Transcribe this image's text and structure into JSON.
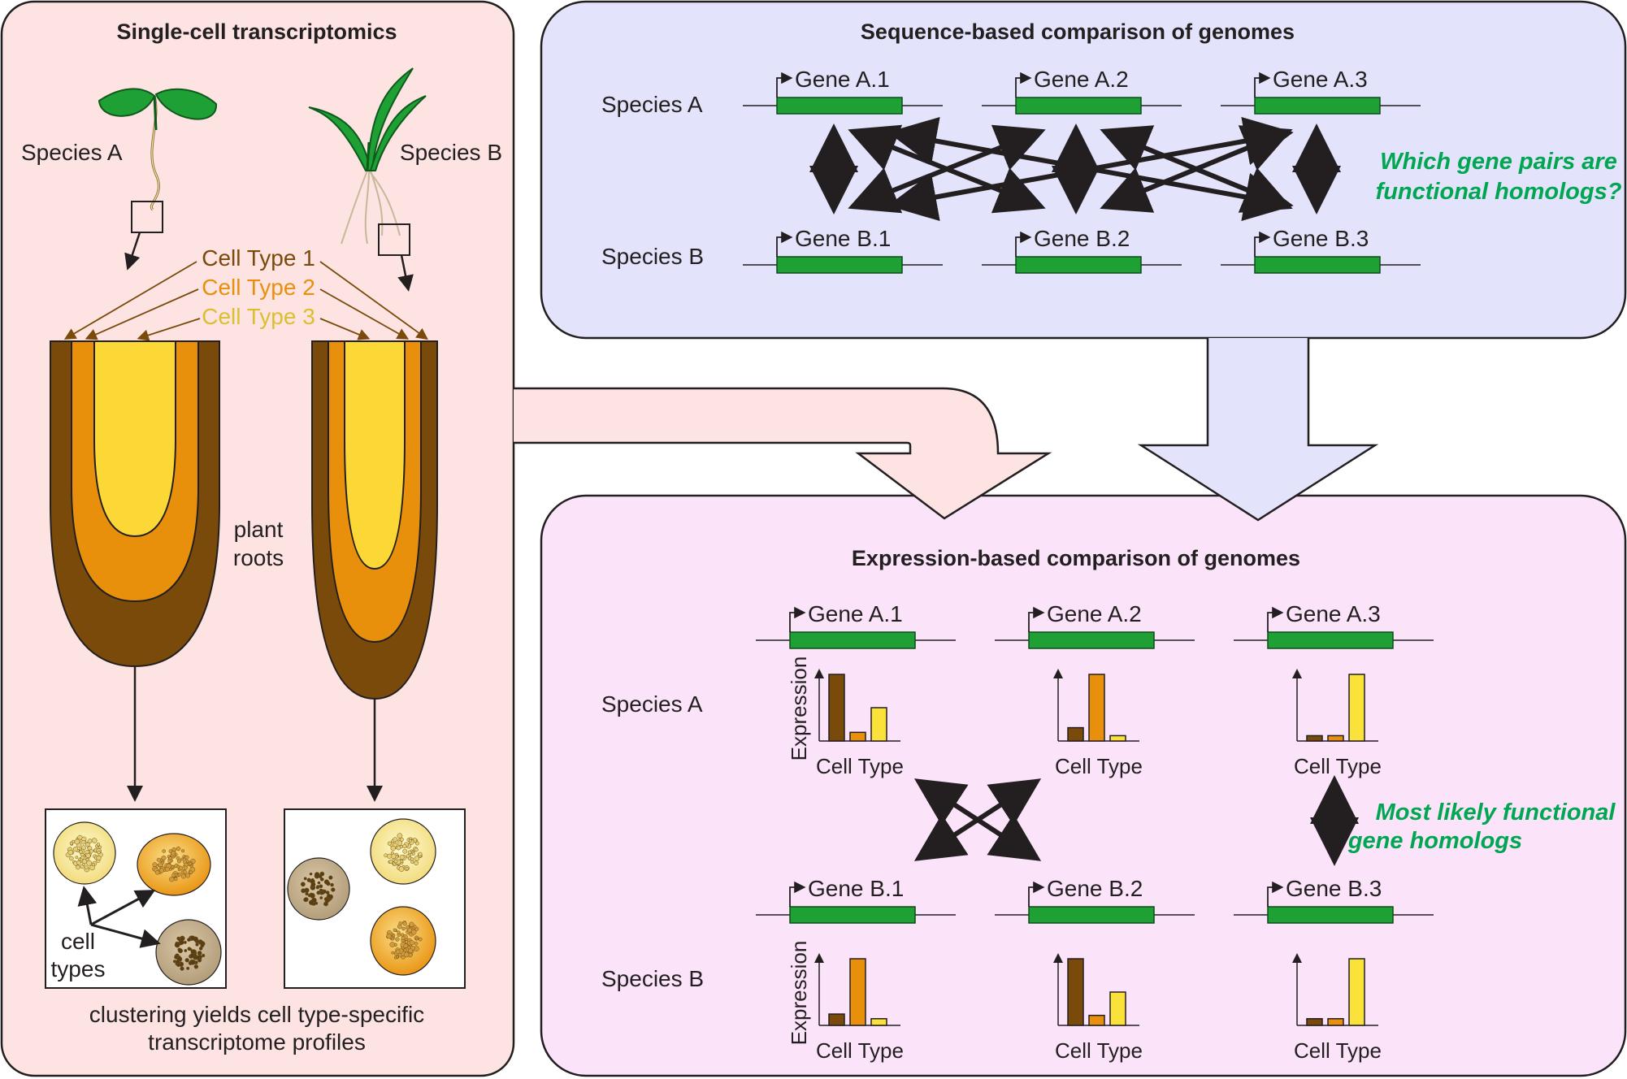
{
  "colors": {
    "panel_left": "#fde3e2",
    "panel_top": "#e3e3fb",
    "panel_bottom": "#fbe3f9",
    "gene_green": "#1fa035",
    "highlight_green": "#00a651",
    "cell_type_1": "#7a4a0a",
    "cell_type_2": "#e8900c",
    "cell_type_3": "#fbe23a"
  },
  "left_panel": {
    "title": "Single-cell transcriptomics",
    "species_a": "Species A",
    "species_b": "Species B",
    "cell_type_1": "Cell Type 1",
    "cell_type_2": "Cell Type 2",
    "cell_type_3": "Cell Type 3",
    "roots_label_1": "plant",
    "roots_label_2": "roots",
    "cell_label_1": "cell",
    "cell_label_2": "types",
    "caption_1": "clustering yields cell type-specific",
    "caption_2": "transcriptome profiles"
  },
  "top_panel": {
    "title": "Sequence-based comparison of genomes",
    "species_a": "Species A",
    "species_b": "Species B",
    "genes_a": [
      "Gene A.1",
      "Gene A.2",
      "Gene A.3"
    ],
    "genes_b": [
      "Gene B.1",
      "Gene B.2",
      "Gene B.3"
    ],
    "question_1": "Which gene pairs are",
    "question_2": "functional homologs?"
  },
  "bottom_panel": {
    "title": "Expression-based comparison of genomes",
    "species_a": "Species A",
    "species_b": "Species B",
    "genes_a": [
      "Gene A.1",
      "Gene A.2",
      "Gene A.3"
    ],
    "genes_b": [
      "Gene B.1",
      "Gene B.2",
      "Gene B.3"
    ],
    "y_axis": "Expression",
    "x_axis": "Cell Type",
    "conclusion_1": "Most likely functional",
    "conclusion_2": "gene homologs",
    "expression_a": [
      [
        1.0,
        0.13,
        0.5
      ],
      [
        0.2,
        1.0,
        0.08
      ],
      [
        0.08,
        0.08,
        1.0
      ]
    ],
    "expression_b": [
      [
        0.17,
        1.0,
        0.1
      ],
      [
        1.0,
        0.15,
        0.5
      ],
      [
        0.1,
        0.1,
        1.0
      ]
    ]
  }
}
